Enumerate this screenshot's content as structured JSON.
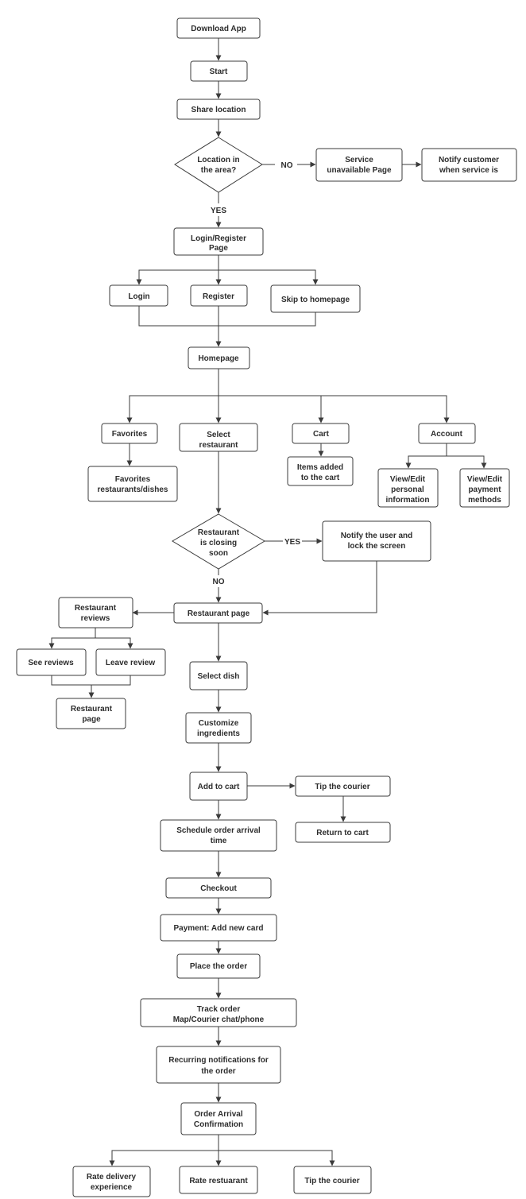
{
  "diagram": {
    "nodes": {
      "download_app": "Download App",
      "start": "Start",
      "share_location": "Share location",
      "location_in_area": "Location in the area?",
      "service_unavailable": "Service unavailable Page",
      "notify_customer": "Notify customer when service is",
      "login_register_page": "Login/Register Page",
      "login": "Login",
      "register": "Register",
      "skip_to_homepage": "Skip to homepage",
      "homepage": "Homepage",
      "favorites": "Favorites",
      "favorites_list": "Favorites restaurants/dishes",
      "select_restaurant": "Select restaurant",
      "cart": "Cart",
      "items_added": "Items added to the cart",
      "account": "Account",
      "view_edit_personal": "View/Edit personal information",
      "view_edit_payment": "View/Edit payment methods",
      "restaurant_closing": "Restaurant is closing soon",
      "notify_lock": "Notify the user and lock the screen",
      "restaurant_page": "Restaurant page",
      "restaurant_reviews": "Restaurant reviews",
      "see_reviews": "See reviews",
      "leave_review": "Leave review",
      "restaurant_page_2": "Restaurant page",
      "select_dish": "Select dish",
      "customize_ingredients": "Customize ingredients",
      "add_to_cart": "Add to cart",
      "tip_courier_1": "Tip the courier",
      "return_to_cart": "Return to cart",
      "schedule_order": "Schedule order arrival time",
      "checkout": "Checkout",
      "payment": "Payment: Add new card",
      "place_order": "Place the order",
      "track_order": "Track order Map/Courier chat/phone",
      "recurring_notifications": "Recurring notifications for the order",
      "order_arrival": "Order Arrival Confirmation",
      "rate_delivery": "Rate delivery experience",
      "rate_restaurant": "Rate restuarant",
      "tip_courier_2": "Tip the courier"
    },
    "edge_labels": {
      "location_no": "NO",
      "location_yes": "YES",
      "closing_yes": "YES",
      "closing_no": "NO"
    }
  }
}
